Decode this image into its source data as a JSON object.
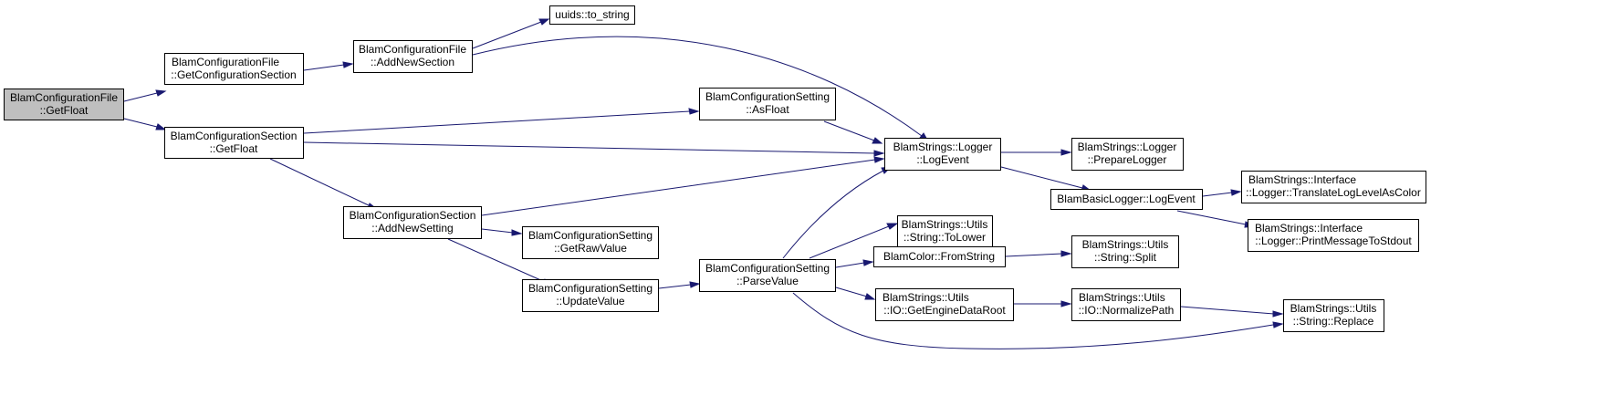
{
  "nodes": {
    "n1": {
      "line1": "BlamConfigurationFile",
      "line2": "::GetFloat"
    },
    "n2": {
      "line1": "BlamConfigurationFile",
      "line2": "::GetConfigurationSection"
    },
    "n3": {
      "line1": "BlamConfigurationSection",
      "line2": "::GetFloat"
    },
    "n4": {
      "line1": "BlamConfigurationFile",
      "line2": "::AddNewSection"
    },
    "n5": {
      "line1": "uuids::to_string"
    },
    "n6": {
      "line1": "BlamStrings::Logger",
      "line2": "::LogEvent"
    },
    "n7": {
      "line1": "BlamConfigurationSetting",
      "line2": "::AsFloat"
    },
    "n8": {
      "line1": "BlamConfigurationSection",
      "line2": "::AddNewSetting"
    },
    "n9": {
      "line1": "BlamConfigurationSetting",
      "line2": "::GetRawValue"
    },
    "n10": {
      "line1": "BlamConfigurationSetting",
      "line2": "::UpdateValue"
    },
    "n11": {
      "line1": "BlamConfigurationSetting",
      "line2": "::ParseValue"
    },
    "n12": {
      "line1": "BlamStrings::Logger",
      "line2": "::PrepareLogger"
    },
    "n13": {
      "line1": "BlamBasicLogger::LogEvent"
    },
    "n14": {
      "line1": "BlamStrings::Interface",
      "line2": "::Logger::TranslateLogLevelAsColor"
    },
    "n15": {
      "line1": "BlamStrings::Interface",
      "line2": "::Logger::PrintMessageToStdout"
    },
    "n16": {
      "line1": "BlamStrings::Utils",
      "line2": "::String::ToLower"
    },
    "n17": {
      "line1": "BlamColor::FromString"
    },
    "n18": {
      "line1": "BlamStrings::Utils",
      "line2": "::String::Split"
    },
    "n19": {
      "line1": "BlamStrings::Utils",
      "line2": "::IO::GetEngineDataRoot"
    },
    "n20": {
      "line1": "BlamStrings::Utils",
      "line2": "::IO::NormalizePath"
    },
    "n21": {
      "line1": "BlamStrings::Utils",
      "line2": "::String::Replace"
    }
  },
  "edges": [
    [
      "n1",
      "n2"
    ],
    [
      "n1",
      "n3"
    ],
    [
      "n2",
      "n4"
    ],
    [
      "n4",
      "n5"
    ],
    [
      "n4",
      "n6"
    ],
    [
      "n3",
      "n7"
    ],
    [
      "n3",
      "n6"
    ],
    [
      "n3",
      "n8"
    ],
    [
      "n7",
      "n6"
    ],
    [
      "n8",
      "n6"
    ],
    [
      "n8",
      "n9"
    ],
    [
      "n8",
      "n10"
    ],
    [
      "n10",
      "n11"
    ],
    [
      "n11",
      "n6"
    ],
    [
      "n11",
      "n16"
    ],
    [
      "n11",
      "n17"
    ],
    [
      "n11",
      "n19"
    ],
    [
      "n11",
      "n21"
    ],
    [
      "n6",
      "n12"
    ],
    [
      "n6",
      "n13"
    ],
    [
      "n13",
      "n14"
    ],
    [
      "n13",
      "n15"
    ],
    [
      "n17",
      "n18"
    ],
    [
      "n19",
      "n20"
    ],
    [
      "n20",
      "n21"
    ]
  ],
  "colors": {
    "edge": "#191970",
    "highlight_fill": "#bfbfbf",
    "node_border": "#000000"
  }
}
